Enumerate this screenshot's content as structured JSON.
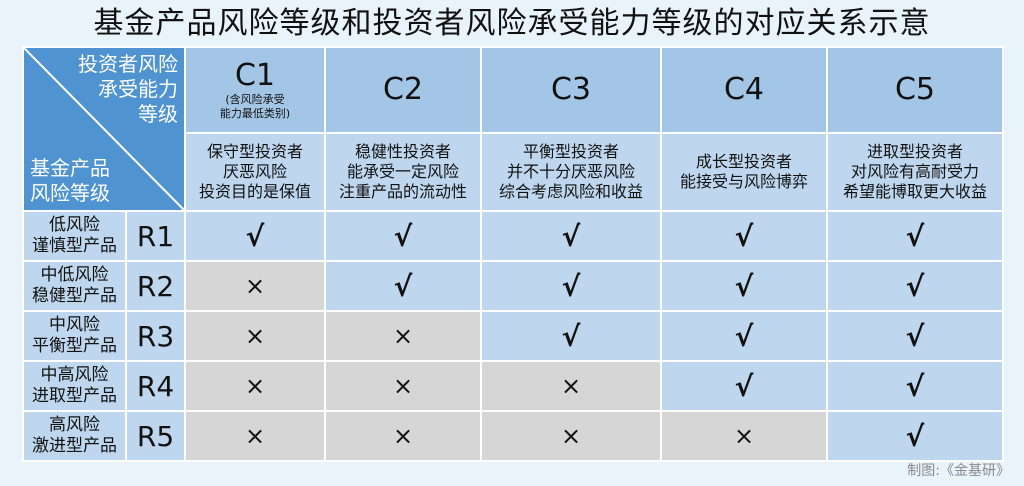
{
  "title": "基金产品风险等级和投资者风险承受能力等级的对应关系示意",
  "corner": {
    "investor_axis": [
      "投资者风险",
      "承受能力",
      "等级"
    ],
    "product_axis": [
      "基金产品",
      "风险等级"
    ]
  },
  "columns": [
    {
      "code": "C1",
      "note": [
        "(含风险承受",
        "能力最低类别)"
      ],
      "profile": [
        "保守型投资者",
        "厌恶风险",
        "投资目的是保值"
      ]
    },
    {
      "code": "C2",
      "note": [],
      "profile": [
        "稳健性投资者",
        "能承受一定风险",
        "注重产品的流动性"
      ]
    },
    {
      "code": "C3",
      "note": [],
      "profile": [
        "平衡型投资者",
        "并不十分厌恶风险",
        "综合考虑风险和收益"
      ]
    },
    {
      "code": "C4",
      "note": [],
      "profile": [
        "成长型投资者",
        "能接受与风险博弈"
      ]
    },
    {
      "code": "C5",
      "note": [],
      "profile": [
        "进取型投资者",
        "对风险有高耐受力",
        "希望能博取更大收益"
      ]
    }
  ],
  "rows": [
    {
      "name": [
        "低风险",
        "谨慎型产品"
      ],
      "code": "R1",
      "cells": [
        "√",
        "√",
        "√",
        "√",
        "√"
      ]
    },
    {
      "name": [
        "中低风险",
        "稳健型产品"
      ],
      "code": "R2",
      "cells": [
        "×",
        "√",
        "√",
        "√",
        "√"
      ]
    },
    {
      "name": [
        "中风险",
        "平衡型产品"
      ],
      "code": "R3",
      "cells": [
        "×",
        "×",
        "√",
        "√",
        "√"
      ]
    },
    {
      "name": [
        "中高风险",
        "进取型产品"
      ],
      "code": "R4",
      "cells": [
        "×",
        "×",
        "×",
        "√",
        "√"
      ]
    },
    {
      "name": [
        "高风险",
        "激进型产品"
      ],
      "code": "R5",
      "cells": [
        "×",
        "×",
        "×",
        "×",
        "√"
      ]
    }
  ],
  "source": "制图:《金基研》"
}
